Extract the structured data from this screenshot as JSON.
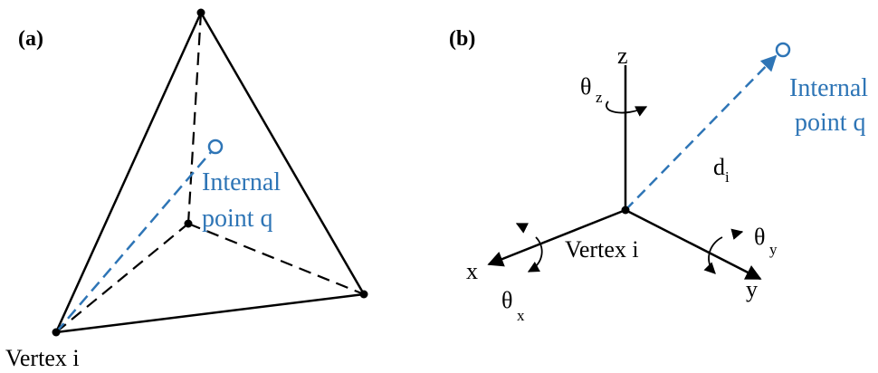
{
  "colors": {
    "accent": "#2e75b6",
    "ink": "#000000"
  },
  "panel_a": {
    "tag": "(a)",
    "point_label_line1": "Internal",
    "point_label_line2": "point q",
    "vertex_label": "Vertex i"
  },
  "panel_b": {
    "tag": "(b)",
    "axis_z": "z",
    "axis_x": "x",
    "axis_y": "y",
    "theta_symbol": "θ",
    "theta_z_sub": "z",
    "theta_x_sub": "x",
    "theta_y_sub": "y",
    "distance_symbol": "d",
    "distance_sub": "i",
    "point_label_line1": "Internal",
    "point_label_line2": "point q",
    "vertex_label": "Vertex i"
  }
}
